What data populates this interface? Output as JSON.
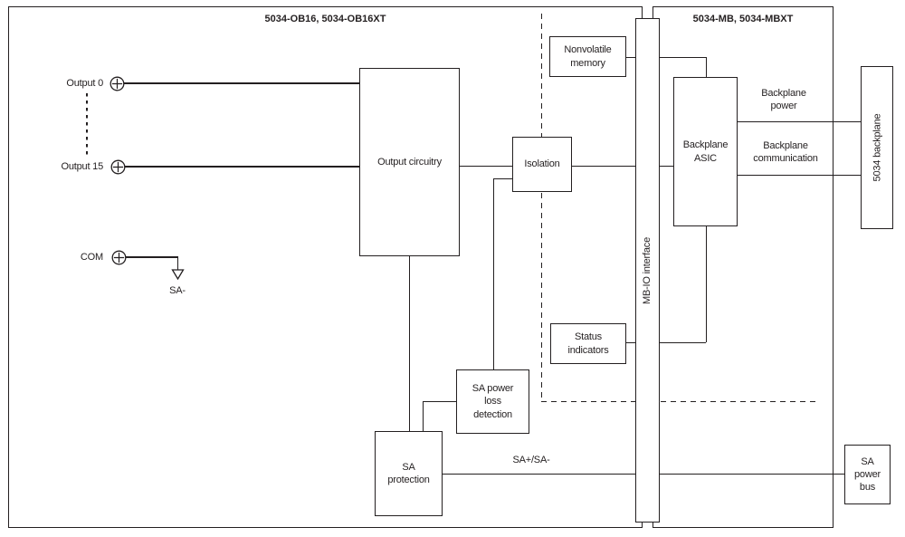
{
  "ink": "#231f20",
  "background": "#ffffff",
  "left_module": {
    "title": "5034-OB16, 5034-OB16XT",
    "terminals": [
      {
        "label": "Output 0"
      },
      {
        "label": "Output 15"
      },
      {
        "label": "COM"
      }
    ],
    "ground_label": "SA-",
    "boxes": {
      "output_circuitry": "Output circuitry",
      "isolation": "Isolation",
      "sa_power_loss_detection": "SA power\nloss\ndetection",
      "sa_protection": "SA\nprotection"
    },
    "wire_labels": {
      "sa_bus": "SA+/SA-"
    }
  },
  "interface_bar": {
    "label": "MB-IO interface"
  },
  "right_module": {
    "title": "5034-MB, 5034-MBXT",
    "boxes": {
      "nonvolatile_memory": "Nonvolatile\nmemory",
      "backplane_asic": "Backplane\nASIC",
      "status_indicators": "Status\nindicators"
    },
    "wire_labels": {
      "backplane_power": "Backplane\npower",
      "backplane_communication": "Backplane\ncommunication"
    }
  },
  "external": {
    "backplane_5034": "5034 backplane",
    "sa_power_bus": "SA\npower\nbus"
  }
}
